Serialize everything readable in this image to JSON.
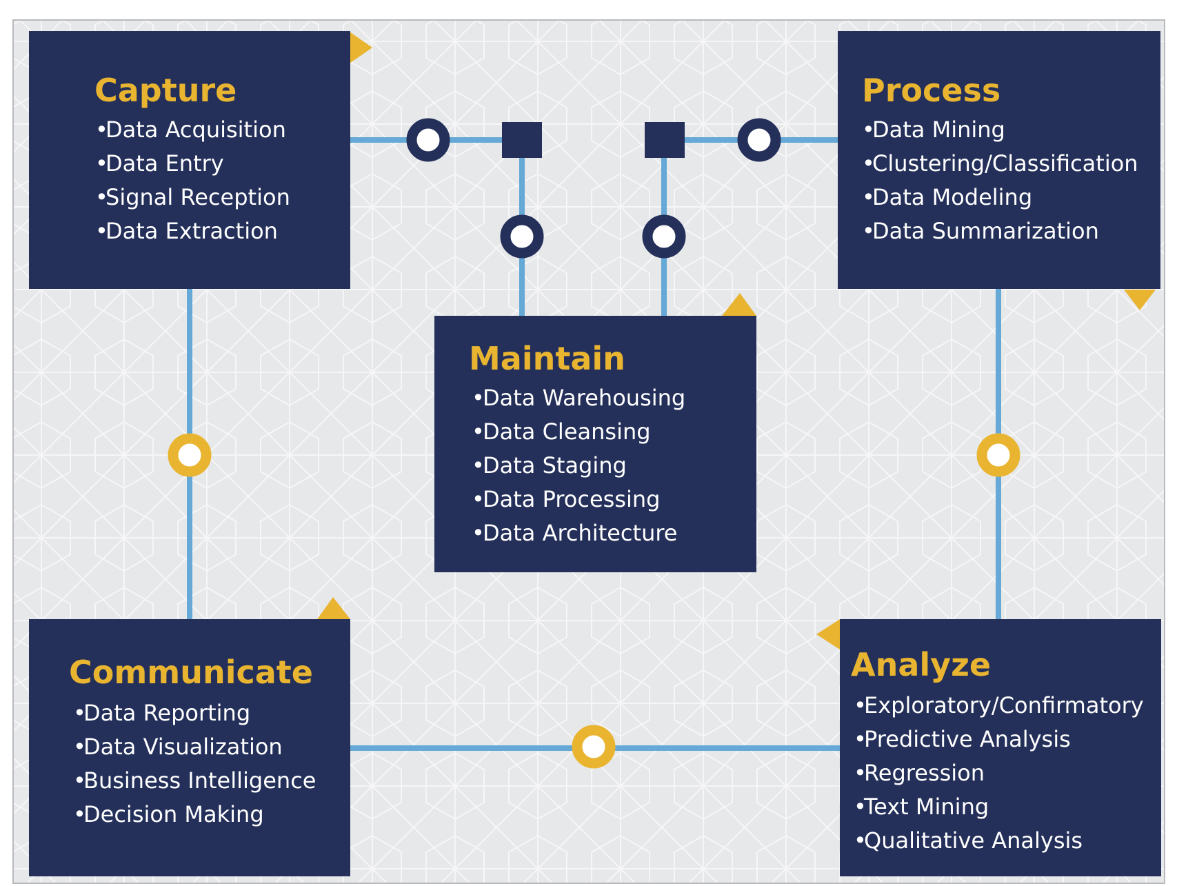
{
  "colors": {
    "background": "#e7e8ea",
    "frame_border": "#b8babd",
    "pattern_line": "#f8f8f9",
    "box_fill": "#24305a",
    "title": "#e9b531",
    "item_text": "#ffffff",
    "connector": "#66a9d6",
    "node_dark_ring": "#24305a",
    "node_gold_ring": "#e9b531",
    "node_center": "#ffffff",
    "accent_triangle": "#e9b531"
  },
  "stages": [
    {
      "id": "capture",
      "title": "Capture",
      "items": [
        "Data Acquisition",
        "Data Entry",
        "Signal Reception",
        "Data Extraction"
      ]
    },
    {
      "id": "process",
      "title": "Process",
      "items": [
        "Data Mining",
        "Clustering/Classification",
        "Data Modeling",
        "Data Summarization"
      ]
    },
    {
      "id": "maintain",
      "title": "Maintain",
      "items": [
        "Data Warehousing",
        "Data Cleansing",
        "Data Staging",
        "Data Processing",
        "Data Architecture"
      ]
    },
    {
      "id": "communicate",
      "title": "Communicate",
      "items": [
        "Data Reporting",
        "Data Visualization",
        "Business Intelligence",
        "Decision Making"
      ]
    },
    {
      "id": "analyze",
      "title": "Analyze",
      "items": [
        "Exploratory/Confirmatory",
        "Predictive Analysis",
        "Regression",
        "Text Mining",
        "Qualitative Analysis"
      ]
    }
  ],
  "bullet": "•"
}
